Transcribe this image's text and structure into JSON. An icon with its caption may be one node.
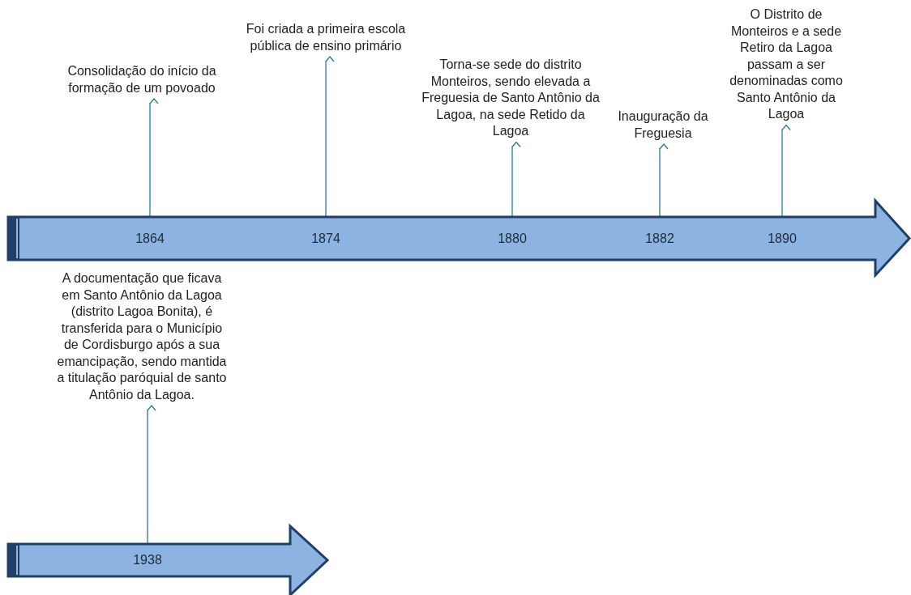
{
  "diagram": {
    "nodes": [
      {
        "text": [],
        "shape": "arrow"
      },
      {
        "text": [
          "1864"
        ],
        "in": 0
      },
      {
        "text": [
          "1874"
        ],
        "in": 0
      },
      {
        "text": [
          "1880"
        ],
        "in": 0
      },
      {
        "text": [
          "1882"
        ],
        "in": 0
      },
      {
        "text": [
          "1890"
        ],
        "in": 0
      },
      {
        "text": [
          "Consolidação do início da formação de um povoado"
        ]
      },
      {
        "text": [
          "Foi criada a primeira escola pública de ensino primário"
        ]
      },
      {
        "text": [
          "Torna-se  sede do distrito Monteiros, sendo elevada a Freguesia de Santo Antônio da Lagoa, na sede Retido da Lagoa"
        ]
      },
      {
        "text": [
          "Inauguração da Freguesia"
        ]
      },
      {
        "text": [
          "O Distrito de Monteiros e a sede Retiro da Lagoa passam a ser denominadas como Santo Antônio da Lagoa"
        ]
      },
      {
        "text": [
          "A documentação que ficava  em Santo Antônio da Lagoa (distrito Lagoa Bonita), é transferida para o Município  de Cordisburgo após a sua emancipação, sendo mantida a titulação paróquial de santo Antônio da Lagoa."
        ]
      },
      {
        "text": [],
        "shape": "arrow"
      },
      {
        "text": [
          "1938"
        ],
        "in": 12
      }
    ],
    "edges": [
      {
        "from": 1,
        "to": 6,
        "arrow": "to"
      },
      {
        "from": 2,
        "to": 7,
        "arrow": "to"
      },
      {
        "from": 3,
        "to": 8,
        "arrow": "to"
      },
      {
        "from": 4,
        "to": 9,
        "arrow": "to"
      },
      {
        "from": 5,
        "to": 10,
        "arrow": "to"
      },
      {
        "from": 13,
        "to": 11,
        "arrow": "to"
      }
    ]
  }
}
